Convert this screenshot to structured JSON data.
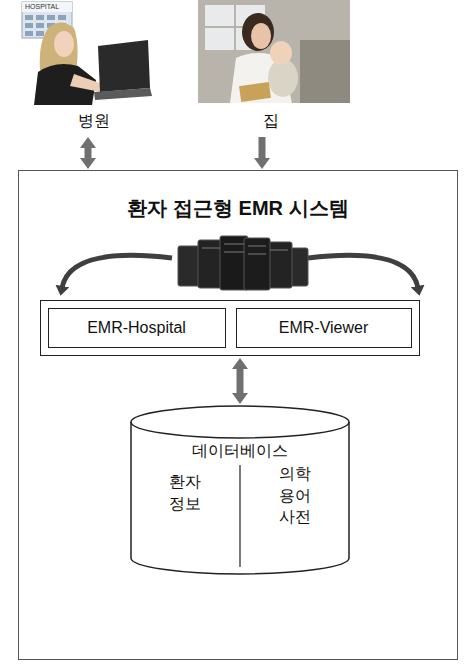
{
  "diagram": {
    "nodes": [
      {
        "text": [
          "병원"
        ]
      },
      {
        "text": [
          "집"
        ]
      },
      {
        "text": [
          "환자 접근형 EMR 시스템"
        ]
      },
      {
        "text": [],
        "in": 2
      },
      {
        "text": [
          "EMR-Hospital"
        ],
        "in": 3
      },
      {
        "text": [
          "EMR-Viewer"
        ],
        "in": 3
      },
      {
        "text": [
          "데이터베이스",
          "환자 정보",
          "의학 용어 사전"
        ],
        "in": 2
      }
    ],
    "edges": [
      {
        "from": 0,
        "to": 2,
        "arrow": "both"
      },
      {
        "from": 1,
        "to": 2,
        "arrow": "to"
      },
      {
        "from": 3,
        "to": 6,
        "arrow": "both"
      }
    ],
    "labels": [
      "HOSPITAL"
    ]
  }
}
